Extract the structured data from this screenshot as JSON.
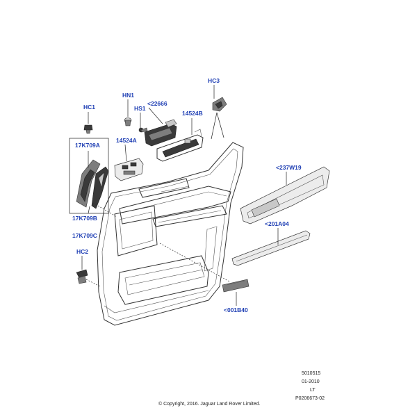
{
  "labels": {
    "hn1": "HN1",
    "hs1": "HS1",
    "p22666": "<22666",
    "hc1": "HC1",
    "hc3": "HC3",
    "p14524b": "14524B",
    "p14524a": "14524A",
    "p17k709a": "17K709A",
    "p17k709b": "17K709B",
    "p17k709c": "17K709C",
    "p237w19": "<237W19",
    "p201a04": "<201A04",
    "hc2": "HC2",
    "p001b40": "<001B40"
  },
  "footer": {
    "doc_number": "5010515",
    "date": "01-2010",
    "side": "LT",
    "drawing_ref": "P0206673-02",
    "copyright": "© Copyright, 2016. Jaguar Land Rover Limited."
  },
  "colors": {
    "label": "#1f3fb4",
    "line": "#333333"
  }
}
